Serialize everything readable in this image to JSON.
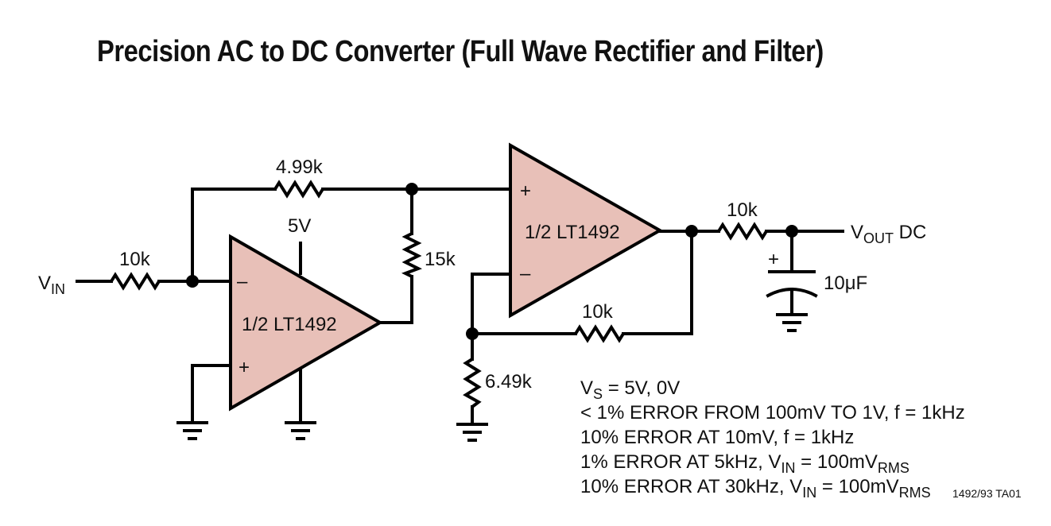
{
  "title": "Precision AC to DC Converter (Full Wave Rectifier and Filter)",
  "labels": {
    "vin": "V",
    "vin_sub": "IN",
    "r_in": "10k",
    "r_feedback": "4.99k",
    "supply": "5V",
    "r_15k": "15k",
    "amp1": "1/2 LT1492",
    "amp2": "1/2 LT1492",
    "r_out": "10k",
    "r_fb2": "10k",
    "r_649": "6.49k",
    "cap": "10μF",
    "vout": "V",
    "vout_sub": "OUT",
    "vout_suffix": " DC",
    "plus": "+",
    "minus": "–",
    "cap_plus": "+"
  },
  "notes": {
    "vs_v": "V",
    "vs_sub": "S",
    "vs_rest": " = 5V, 0V",
    "line2": "< 1% ERROR FROM 100mV TO 1V, f = 1kHz",
    "line3": "10% ERROR AT 10mV, f = 1kHz",
    "line4_a": "1% ERROR AT 5kHz, V",
    "line4_sub1": "IN",
    "line4_b": " = 100mV",
    "line4_sub2": "RMS",
    "line5_a": "10% ERROR AT 30kHz, V",
    "line5_sub1": "IN",
    "line5_b": " = 100mV",
    "line5_sub2": "RMS"
  },
  "figure_tag": "1492/93 TA01",
  "colors": {
    "opamp_fill": "#e8c0b8",
    "ink": "#000000"
  }
}
